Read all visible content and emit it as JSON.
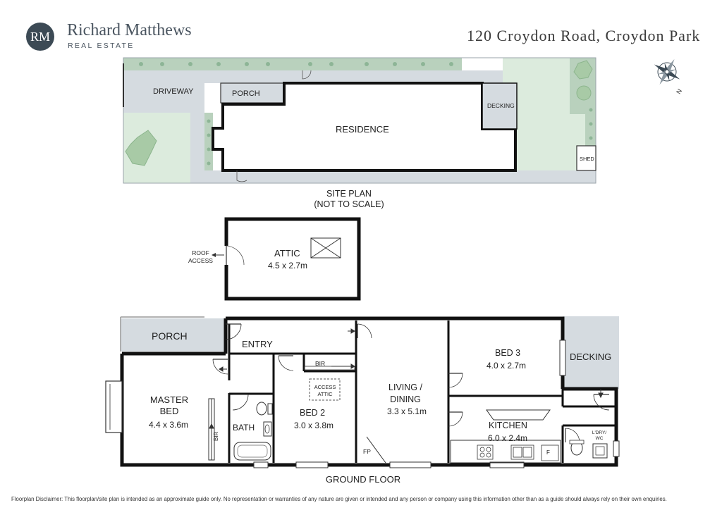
{
  "brand": {
    "monogram": "RM",
    "name": "Richard Matthews",
    "tagline": "REAL ESTATE"
  },
  "address": "120 Croydon Road, Croydon Park",
  "compass": {
    "north_letter": "N"
  },
  "site_plan": {
    "title_line1": "SITE PLAN",
    "title_line2": "(NOT TO SCALE)",
    "labels": {
      "driveway": "DRIVEWAY",
      "porch": "PORCH",
      "residence": "RESIDENCE",
      "decking": "DECKING",
      "shed": "SHED"
    }
  },
  "attic_level": {
    "roof_access_line1": "ROOF",
    "roof_access_line2": "ACCESS",
    "room": {
      "name": "ATTIC",
      "dims": "4.5 x 2.7m"
    }
  },
  "ground_floor": {
    "title": "GROUND FLOOR",
    "rooms": {
      "porch": {
        "name": "PORCH"
      },
      "entry": {
        "name": "ENTRY"
      },
      "master_bed": {
        "name_line1": "MASTER",
        "name_line2": "BED",
        "dims": "4.4 x 3.6m"
      },
      "bir_master": {
        "name": "BIR"
      },
      "bath": {
        "name": "BATH"
      },
      "bed2": {
        "name": "BED 2",
        "dims": "3.0 x 3.8m"
      },
      "bir_bed2": {
        "name": "BIR"
      },
      "access_attic": {
        "line1": "ACCESS",
        "line2": "ATTIC"
      },
      "living": {
        "name_line1": "LIVING /",
        "name_line2": "DINING",
        "dims": "3.3 x 5.1m"
      },
      "fp": {
        "name": "FP"
      },
      "bed3": {
        "name": "BED 3",
        "dims": "4.0 x 2.7m"
      },
      "decking": {
        "name": "DECKING"
      },
      "kitchen": {
        "name": "KITCHEN",
        "dims": "6.0 x 2.4m"
      },
      "fridge": {
        "name": "F"
      },
      "ldry": {
        "line1": "L'DRY/",
        "line2": "WC"
      }
    }
  },
  "disclaimer": "Floorplan Disclaimer: This floorplan/site plan is intended as an approximate guide only. No representation or warranties of any nature are given or intended and any person or company using this information other than as a guide should always rely on their own enquiries.",
  "colors": {
    "wall": "#111111",
    "paving": "#d5dbe0",
    "lawn": "#dcebdd",
    "garden": "#b9d1bd",
    "brand": "#4a5560"
  }
}
